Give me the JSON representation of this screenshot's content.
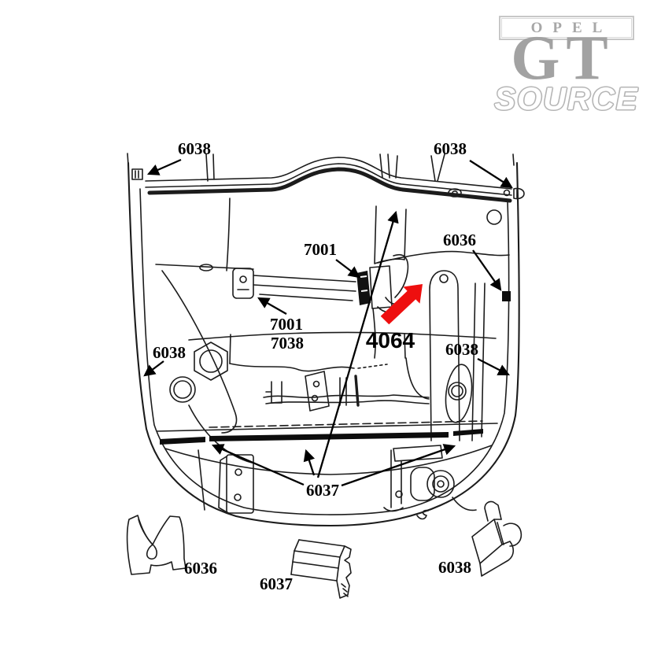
{
  "logo": {
    "brand": "OPEL",
    "model": "GT",
    "suffix": "SOURCE"
  },
  "labels": [
    {
      "text": "6038",
      "target": "cowl-seal-clip-top-left"
    },
    {
      "text": "6038",
      "target": "cowl-seal-clip-top-right"
    },
    {
      "text": "7001",
      "target": "hood-rod-clip-right"
    },
    {
      "text": "6036",
      "target": "fender-clip-right"
    },
    {
      "text": "7001",
      "target": "hood-rod-clip-left"
    },
    {
      "text": "7038",
      "target": "hood-rod-pad-left"
    },
    {
      "text": "4064",
      "target": "red-highlight-location"
    },
    {
      "text": "6038",
      "target": "body-side-clip-left"
    },
    {
      "text": "6038",
      "target": "body-side-clip-right"
    },
    {
      "text": "6037",
      "target": "hood-seal-strips"
    },
    {
      "text": "6036",
      "target": "part-drawing-6036"
    },
    {
      "text": "6037",
      "target": "part-drawing-6037"
    },
    {
      "text": "6038",
      "target": "part-drawing-6038"
    }
  ],
  "colors": {
    "line": "#1c1c1c",
    "label_text": "#000000",
    "highlight_arrow": "#ee0f0f",
    "logo_gray": "#a5a5a5"
  }
}
